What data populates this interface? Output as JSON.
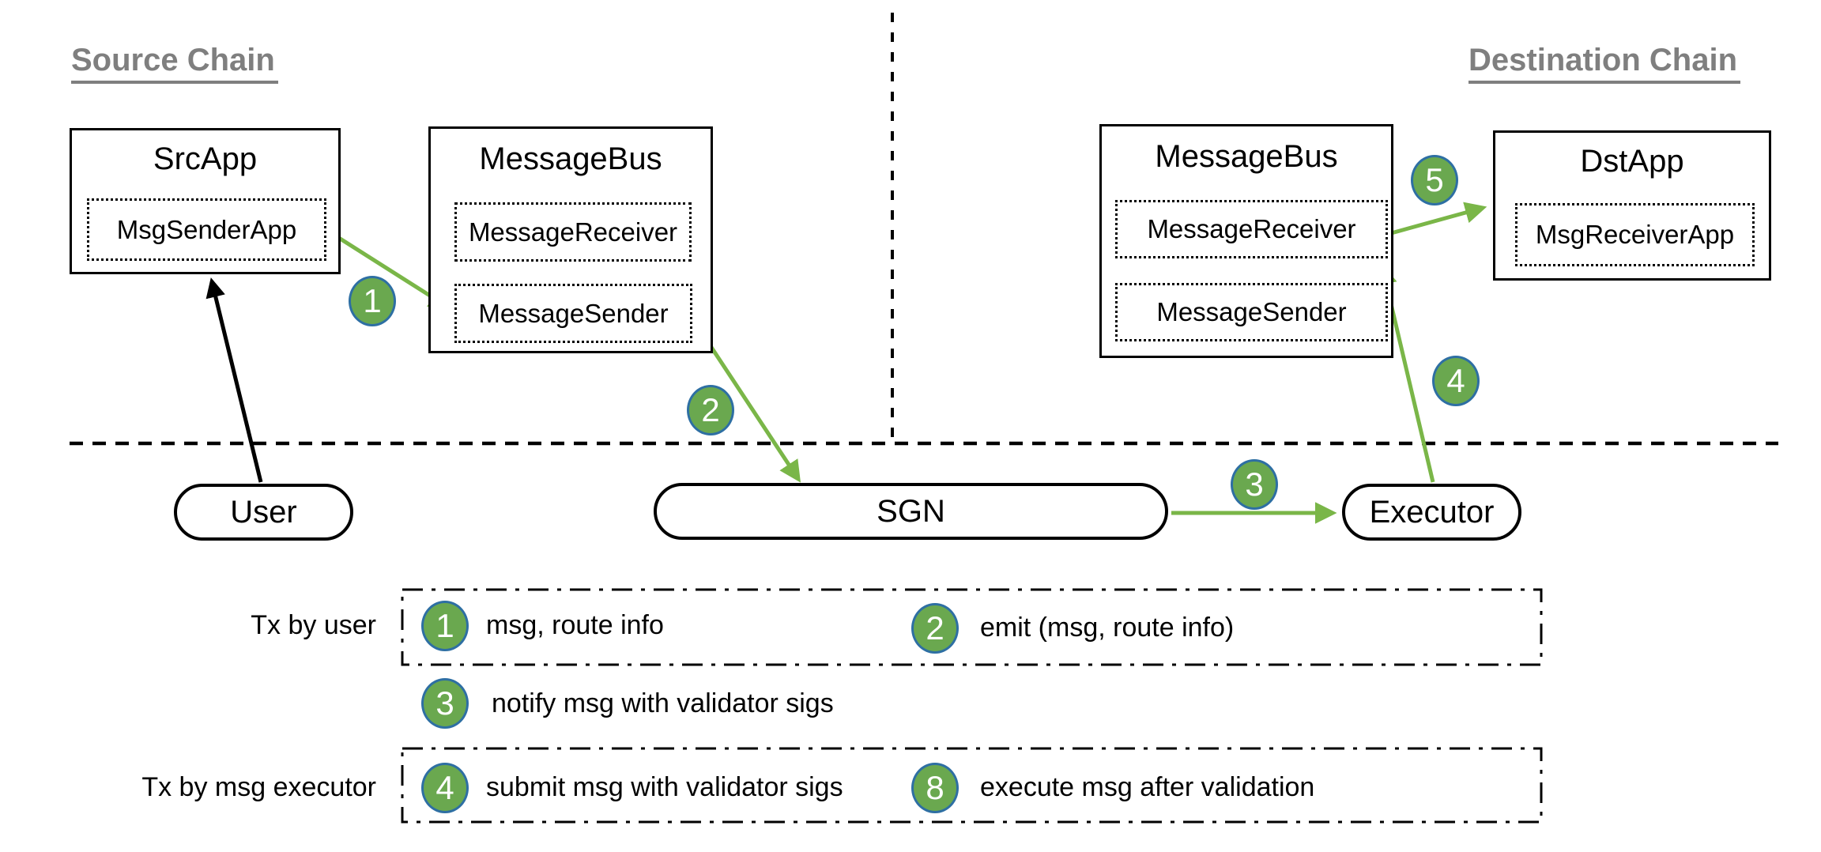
{
  "colors": {
    "arrow_green": "#7ab648",
    "marker_green": "#6aa84f",
    "marker_border_blue": "#2e6fa3",
    "heading_gray": "#7f7f7f",
    "line_black": "#000000"
  },
  "source_chain": {
    "heading": "Source Chain",
    "src_app": {
      "title": "SrcApp",
      "module": "MsgSenderApp"
    },
    "message_bus": {
      "title": "MessageBus",
      "modules": [
        "MessageReceiver",
        "MessageSender"
      ]
    }
  },
  "destination_chain": {
    "heading": "Destination Chain",
    "message_bus": {
      "title": "MessageBus",
      "modules": [
        "MessageReceiver",
        "MessageSender"
      ]
    },
    "dst_app": {
      "title": "DstApp",
      "module": "MsgReceiverApp"
    }
  },
  "offchain": {
    "user_label": "User",
    "sgn_label": "SGN",
    "executor_label": "Executor"
  },
  "flow_markers": {
    "step1": "1",
    "step2": "2",
    "step3": "3",
    "step4": "4",
    "step5": "5"
  },
  "legend": {
    "group1_label": "Tx by user",
    "group2_label": "Tx by msg executor",
    "items": [
      {
        "num": "1",
        "text": "msg, route info"
      },
      {
        "num": "2",
        "text": "emit (msg, route info)"
      },
      {
        "num": "3",
        "text": "notify msg with validator sigs"
      },
      {
        "num": "4",
        "text": "submit msg with validator sigs"
      },
      {
        "num": "8",
        "text": "execute msg after validation"
      }
    ]
  }
}
